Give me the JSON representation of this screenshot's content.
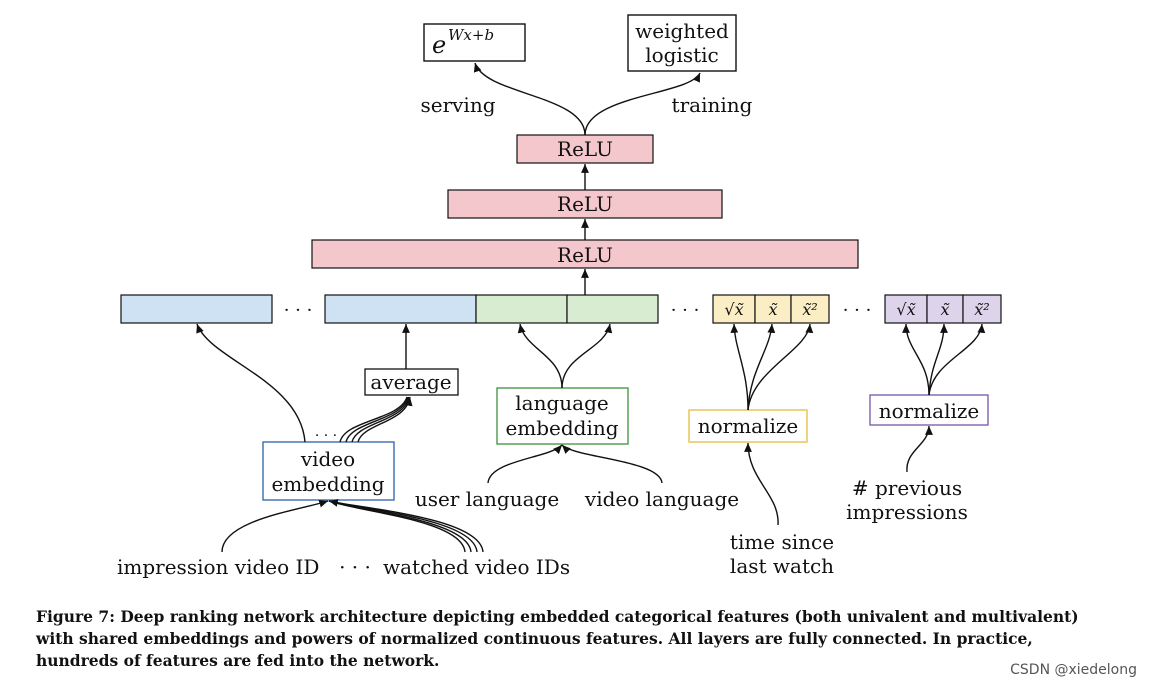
{
  "outputs": {
    "serving_formula_base": "e",
    "serving_formula_exponent": "Wx+b",
    "training_node": [
      "weighted",
      "logistic"
    ],
    "serving_label": "serving",
    "training_label": "training"
  },
  "layers": [
    "ReLU",
    "ReLU",
    "ReLU"
  ],
  "ellipsis": "· · ·",
  "features": {
    "video_embedding": [
      "video",
      "embedding"
    ],
    "average": "average",
    "language_embedding": [
      "language",
      "embedding"
    ],
    "normalize_time": "normalize",
    "normalize_impressions": "normalize",
    "sqrt_x": "√x̃",
    "x": "x̃",
    "x_squared": "x̃²"
  },
  "inputs": {
    "impression_video_id": "impression video ID",
    "watched_video_ids": "watched video IDs",
    "user_language": "user language",
    "video_language": "video language",
    "time_since_last_watch": [
      "time since",
      "last watch"
    ],
    "previous_impressions": [
      "# previous",
      "impressions"
    ]
  },
  "caption": "Figure 7: Deep ranking network architecture depicting embedded categorical features (both univalent and multivalent) with shared embeddings and powers of normalized continuous features. All layers are fully connected. In practice, hundreds of features are fed into the network.",
  "watermark": "CSDN @xiedelong",
  "colors": {
    "relu_fill": "#f4c7cc",
    "blue_fill": "#cfe2f3",
    "blue_border": "#3c6db0",
    "green_fill": "#d7ecd1",
    "green_border": "#4a9a4a",
    "yellow_fill": "#fbeec4",
    "yellow_border": "#e6c24a",
    "purple_fill": "#ddd3ea",
    "purple_border": "#7d62b0"
  }
}
